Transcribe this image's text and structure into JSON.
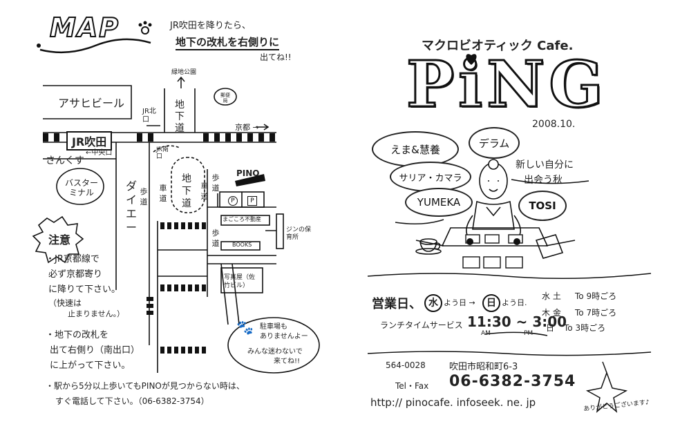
{
  "map": {
    "title": "MAP",
    "intro_line1": "JR吹田を降りたら、",
    "intro_line2": "地下の改札を右側りに",
    "intro_line3": "出てね!!",
    "asahi": "アサヒビール",
    "station": "JR吹田",
    "sankusu": "さんくす",
    "chuo": "←中央口",
    "bus_terminal": "バスターミナル",
    "daiei": "ダイエー",
    "chikado": "地下道",
    "chikado2": "地下道",
    "hodo": "歩道",
    "sharo": "車道",
    "pino": "PINO",
    "kyoto": "京都 →",
    "jr_kita": "JR北口",
    "jr_minami": "JR南口",
    "ryokuchi": "緑地公園",
    "post": "郵便局",
    "fudosan": "まごころ不動産",
    "books": "BOOKS",
    "hospital": "ジンの保育所",
    "shashinya": "写真屋（佐竹ビル）",
    "parking_note1": "駐車場も",
    "parking_note2": "ありませんよー",
    "parking_note3": "みんな迷わないで",
    "parking_note4": "来てね!!",
    "caution_title": "注意",
    "notes": [
      "・JR京都線で",
      "必ず京都寄り",
      "に降りて下さい。",
      "（快速は",
      "止まりません。）",
      "・地下の改札を",
      "出て右側り（南出口）",
      "に上がって下さい。",
      "・駅から5分以上歩いてもPINOが見つからない時は、",
      "すぐ電話して下さい。（06-6382-3754）"
    ]
  },
  "cafe": {
    "subtitle": "マクロビオティック Cafe.",
    "logo": "PiNG",
    "date": "2008.10.",
    "bubbles": [
      "えま&慧養",
      "デラム",
      "サリア・カマラ",
      "YUMEKA",
      "TOSI"
    ],
    "tagline1": "新しい自分に",
    "tagline2": "出会う秋",
    "hours_label": "営業日、",
    "wed": "水",
    "hours_mid": "よう日 → ",
    "sun": "日",
    "hours_end": "よう日.",
    "sched1_days": "水 土",
    "sched1_time": "To 9時ごろ",
    "sched2_days": "木 金",
    "sched2_time": "To 7時ごろ",
    "sched3_days": "日",
    "sched3_time": "To 3時ごろ",
    "lunch_label": "ランチタイムサービス",
    "lunch_time": "11:30 ~ 3:00",
    "am": "AM",
    "pm": "PM",
    "postal": "564-0028",
    "address": "吹田市昭和町6-3",
    "tel_label": "Tel・Fax",
    "tel": "06-6382-3754",
    "url": "http:// pinocafe. infoseek. ne. jp",
    "thanks": "ありがとうございます♪"
  }
}
